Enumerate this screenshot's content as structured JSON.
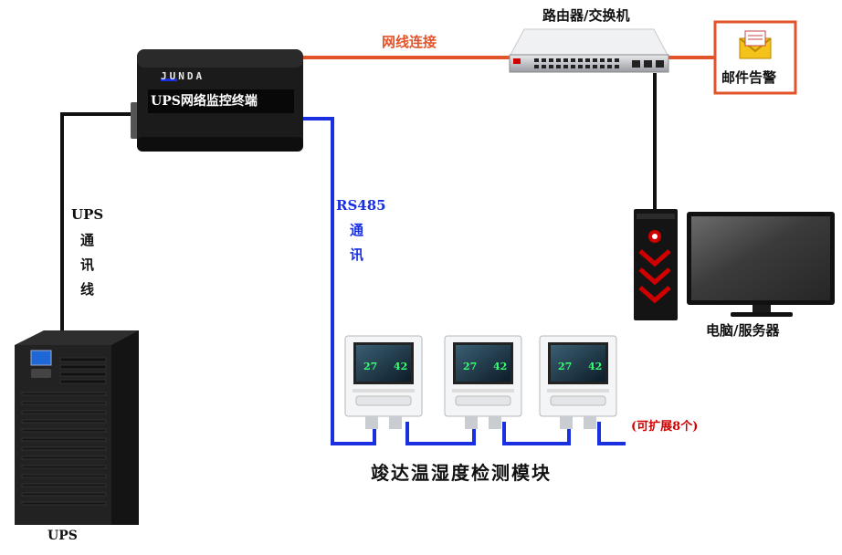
{
  "router": {
    "label": "路由器/交换机"
  },
  "network": {
    "label": "网线连接"
  },
  "email_alarm": {
    "label": "邮件告警"
  },
  "terminal": {
    "brand": "JUNDA",
    "label": "UPS网络监控终端"
  },
  "ups_cable": {
    "label": [
      "UPS",
      "通",
      "讯",
      "线"
    ]
  },
  "rs485": {
    "label": [
      "RS485",
      "通",
      "讯"
    ]
  },
  "ups": {
    "label": "UPS"
  },
  "computer": {
    "label": "电脑/服务器"
  },
  "sensors": {
    "label": "竣达温湿度检测模块",
    "expand_note": "(可扩展8个)",
    "units": [
      {
        "temp": "27",
        "humidity": "42"
      },
      {
        "temp": "27",
        "humidity": "42"
      },
      {
        "temp": "27",
        "humidity": "42"
      }
    ]
  },
  "colors": {
    "network_line": "#e2532a",
    "rs485_line": "#1a2fe0",
    "ups_line": "#111111",
    "alarm_border": "#e2532a"
  }
}
